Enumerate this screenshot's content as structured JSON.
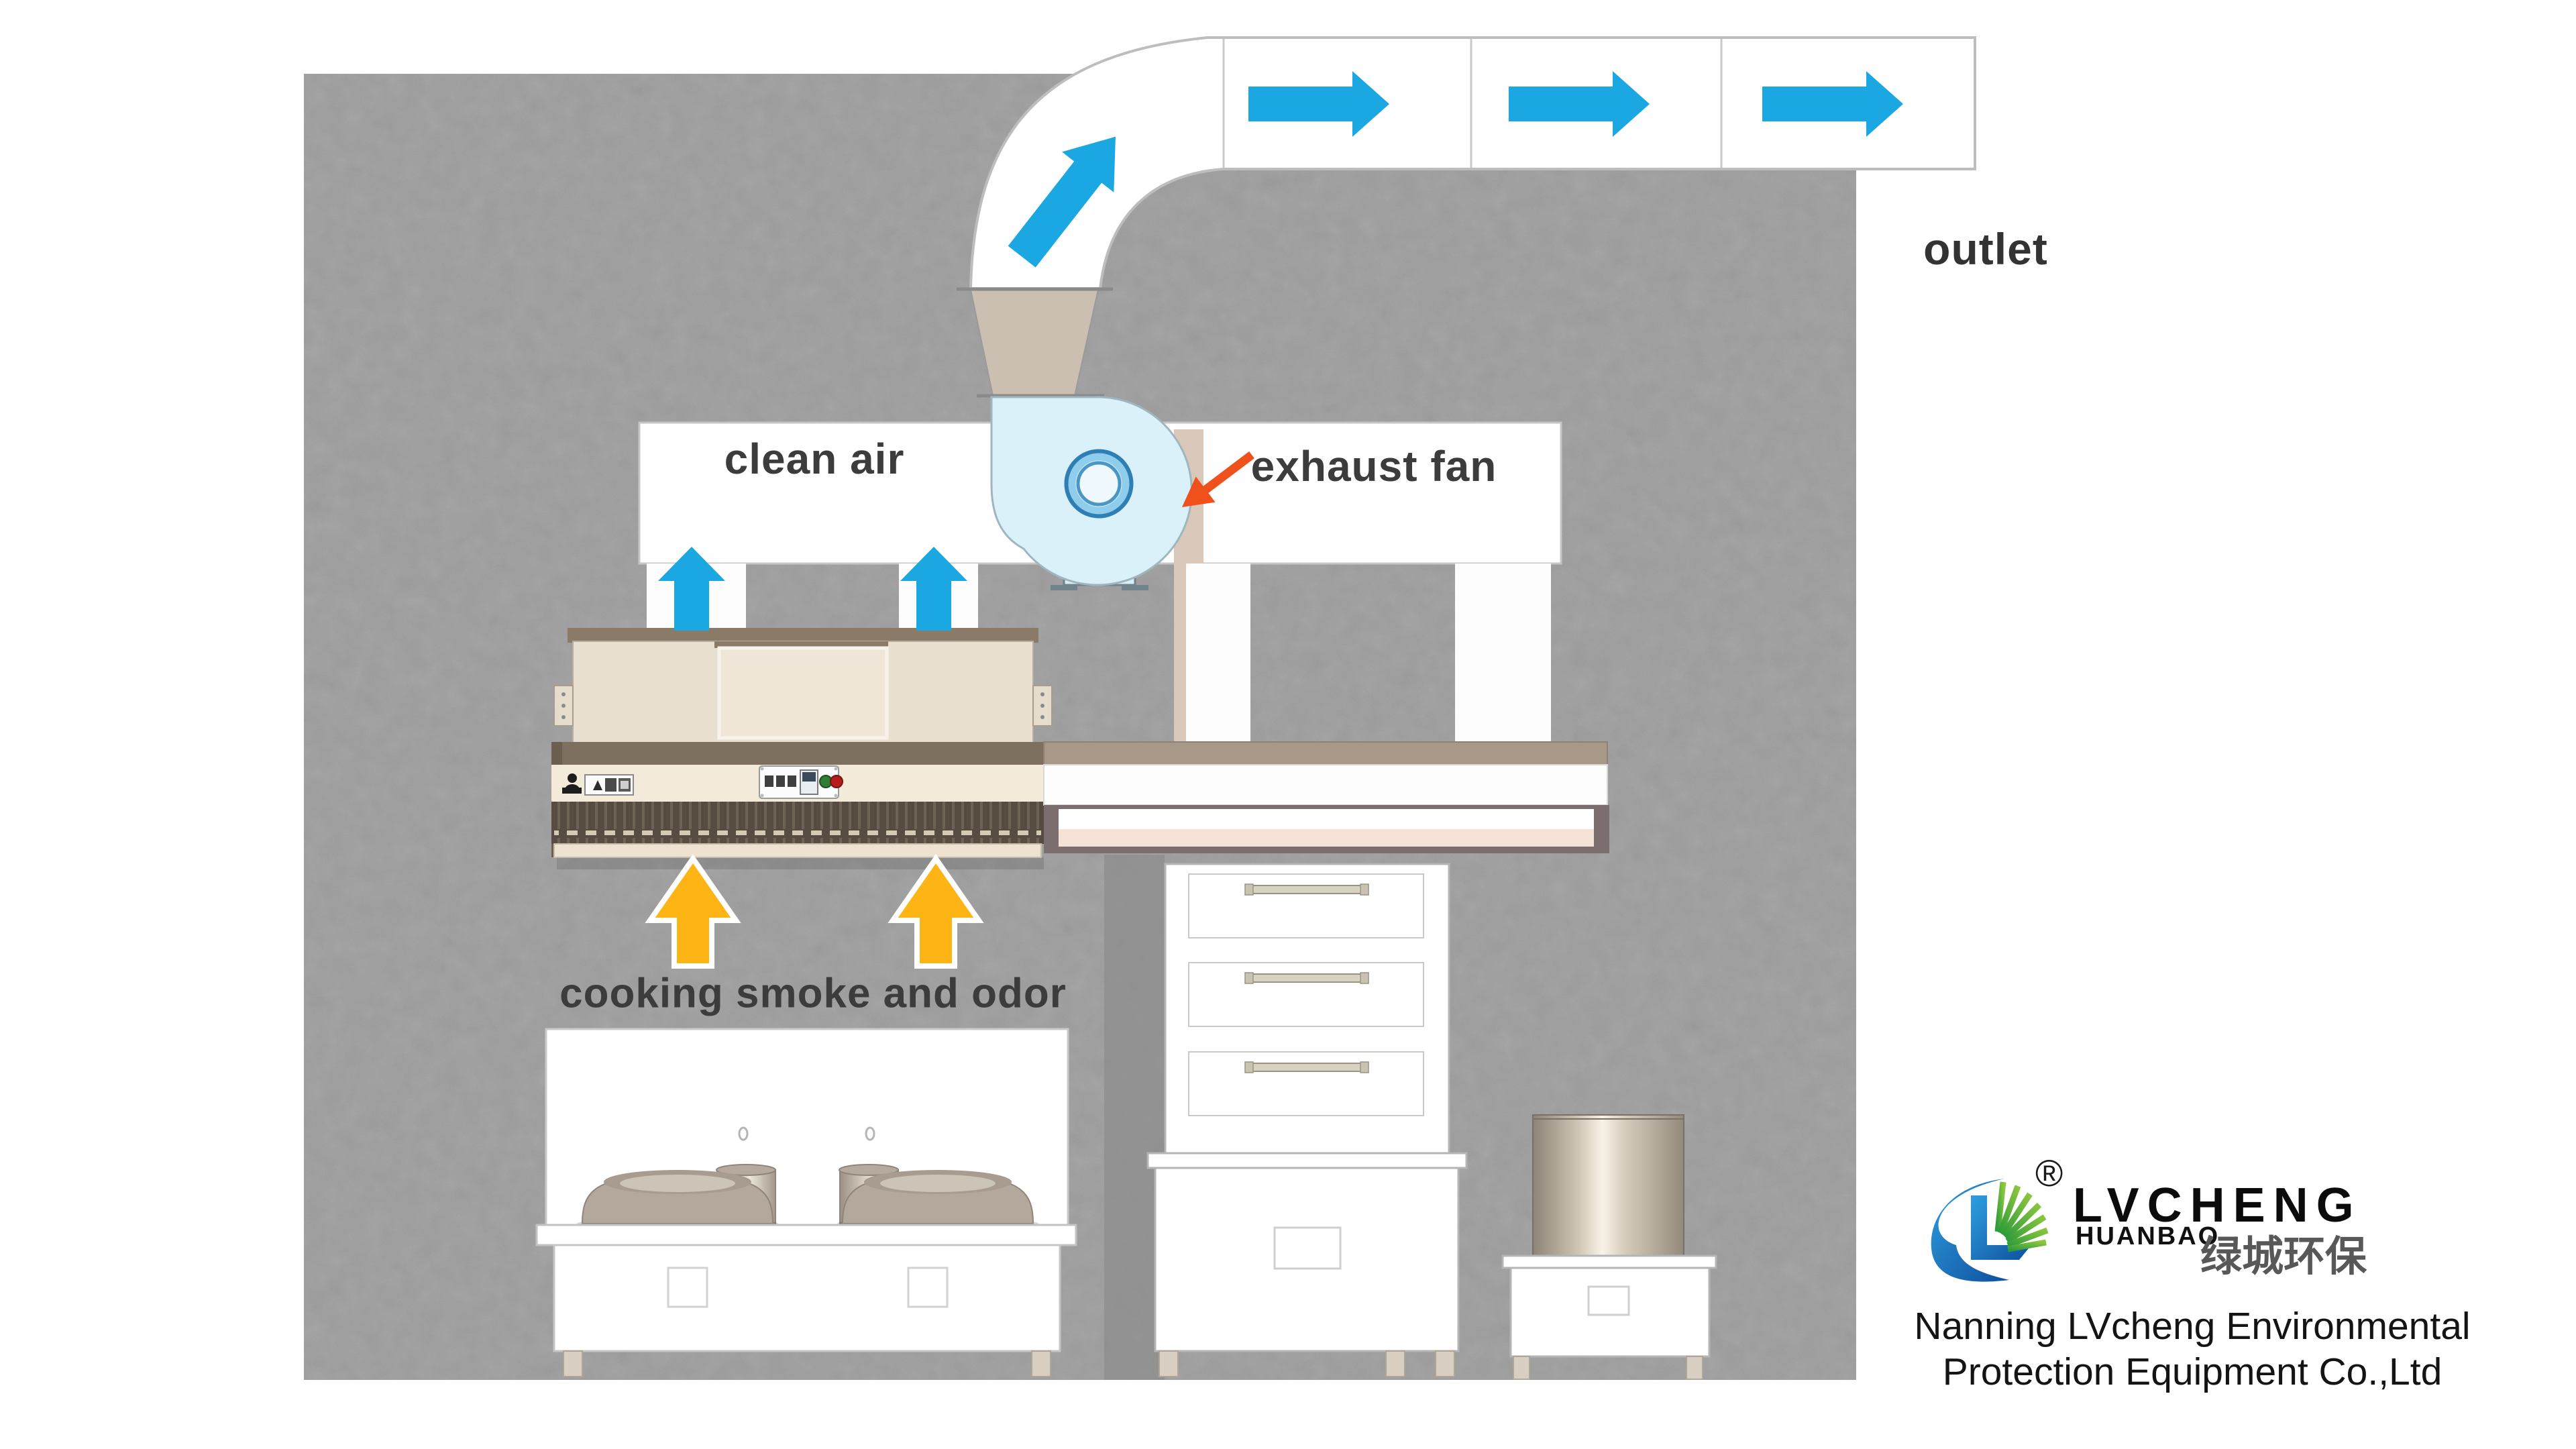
{
  "diagram": {
    "labels": {
      "clean_air": "clean air",
      "exhaust_fan": "exhaust fan",
      "outlet": "outlet",
      "cooking_smoke": "cooking smoke and odor"
    },
    "airflow": {
      "clean_air_color": "#1ba7e1",
      "smoke_color": "#fdb515",
      "duct_outlet_arrows": 3,
      "elbow_arrows": 1,
      "clean_air_arrows": 2,
      "smoke_arrows": 2
    },
    "callout_arrow_color": "#f0511c",
    "scene_colors": {
      "wall": "#9c9c9c",
      "duct": "#ffffff",
      "fan_body": "#daf1fa",
      "hood_body": "#eae0d1",
      "hood_grille": "#564c41"
    },
    "icons": [
      "exhaust-duct-icon",
      "exhaust-fan-icon",
      "esp-hood-icon",
      "cooking-range-icon",
      "drawer-cabinet-icon",
      "stock-pot-icon",
      "operator-icon",
      "warning-label-icon",
      "control-panel-icon"
    ]
  },
  "logo": {
    "registered_mark": "®",
    "brand": "LVCHENG",
    "sub_brand": "HUANBAO",
    "brand_chinese": "绿城环保",
    "company_line1": "Nanning LVcheng Environmental",
    "company_line2": "Protection Equipment Co.,Ltd",
    "brand_blue": "#1565b0",
    "brand_green": "#3aaa35"
  }
}
